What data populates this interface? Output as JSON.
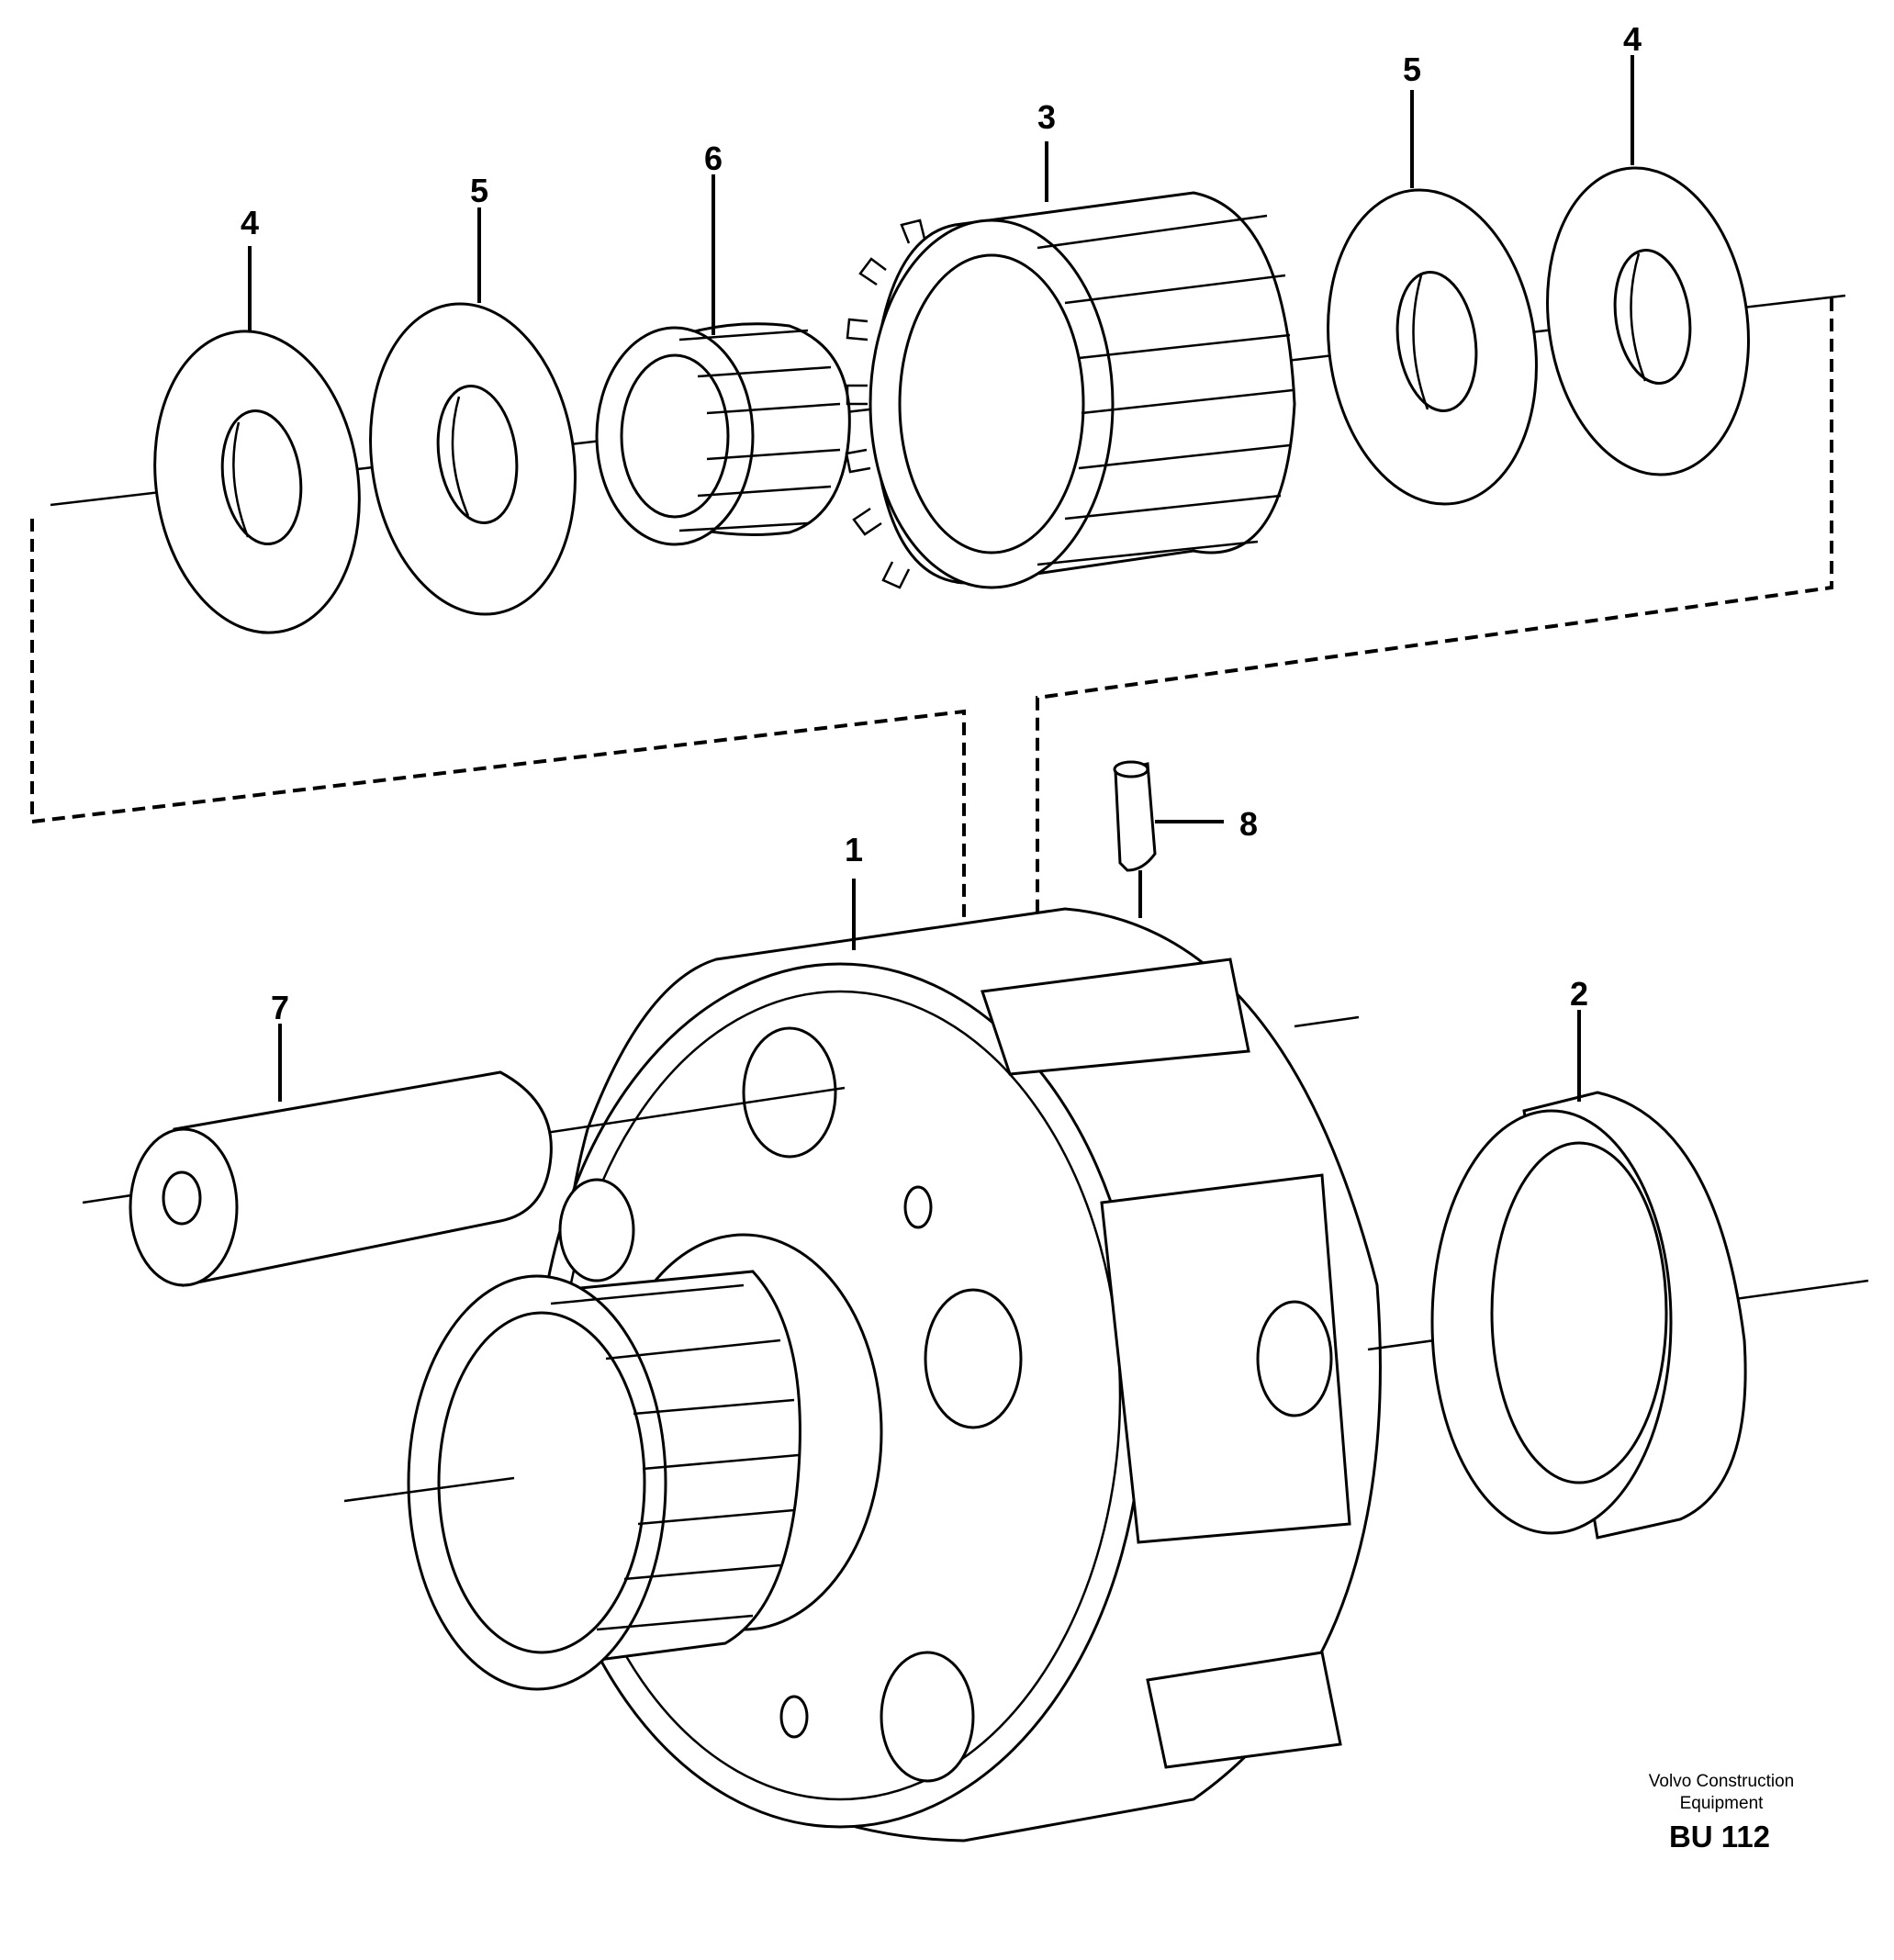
{
  "callouts": {
    "c1": "1",
    "c2": "2",
    "c3": "3",
    "c4_left": "4",
    "c4_right": "4",
    "c5_left": "5",
    "c5_right": "5",
    "c6": "6",
    "c7": "7",
    "c8": "8"
  },
  "brand": {
    "line1": "Volvo Construction",
    "line2": "Equipment",
    "code": "BU 112"
  }
}
